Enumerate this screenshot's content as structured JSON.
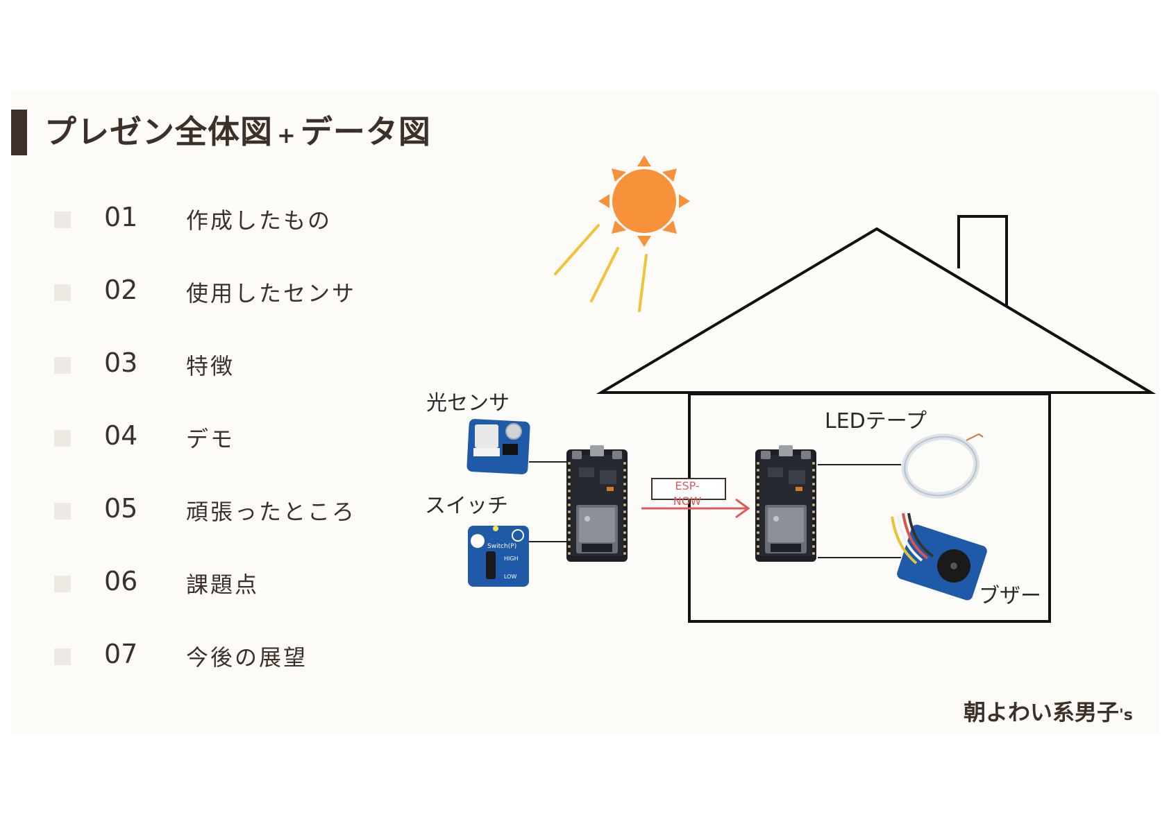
{
  "title": {
    "main": "プレゼン全体図",
    "plus": "+",
    "sub": "データ図"
  },
  "agenda": [
    {
      "num": "01",
      "label": "作成したもの"
    },
    {
      "num": "02",
      "label": "使用したセンサ"
    },
    {
      "num": "03",
      "label": "特徴"
    },
    {
      "num": "04",
      "label": "デモ"
    },
    {
      "num": "05",
      "label": "頑張ったところ"
    },
    {
      "num": "06",
      "label": "課題点"
    },
    {
      "num": "07",
      "label": "今後の展望"
    }
  ],
  "diagram": {
    "light_sensor_label": "光センサ",
    "switch_label": "スイッチ",
    "led_tape_label": "LEDテープ",
    "buzzer_label": "ブザー",
    "esp_now_line1": "ESP-",
    "esp_now_line2": "NOW",
    "switch_board_text": "Switch(P)",
    "switch_board_high": "HIGH",
    "switch_board_low": "LOW"
  },
  "footer": {
    "team": "朝よわい系男子",
    "suffix": "'s"
  },
  "colors": {
    "text": "#3c3028",
    "slide_bg": "#fdfbf8",
    "sun": "#f7923a",
    "sun_rays": "#f2c337",
    "arrow": "#e05a5a",
    "grove_board": "#1e5aa8"
  }
}
